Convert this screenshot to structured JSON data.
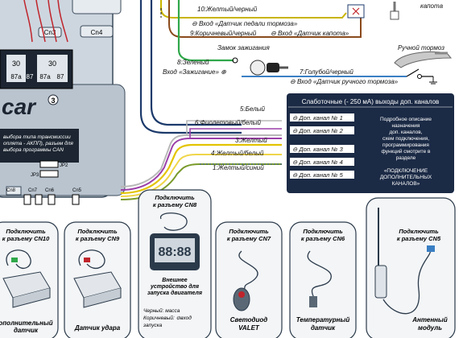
{
  "unit": {
    "connectors": [
      "Cn3",
      "Cn4"
    ],
    "relay_labels": [
      "30",
      "30",
      "87a",
      "87",
      "87a",
      "87"
    ],
    "brand_fragment": "car",
    "brand_sup": "3",
    "jumper_text_lines": [
      "выбора типа трансмиссии",
      "оплята - АКПП), разъем для",
      "выбора программы CAN"
    ],
    "jumpers": [
      "JP2",
      "JP3"
    ],
    "bottom_connectors": [
      "Cn8",
      "Cn7",
      "Cn6",
      "Cn5"
    ]
  },
  "wires": {
    "w10": "10:Желтый/черный",
    "w10_input": "Вход «Датчик педали тормоза»",
    "w9": "9:Коричневый/черный",
    "w9_input": "Вход «Датчик капота»",
    "w8": "8:Зеленый",
    "w8_input": "Вход «Зажигание»",
    "ignition": "Замок зажигания",
    "w7": "7:Голубой/черный",
    "w7_input": "Вход «Датчик ручного тормоза»",
    "handbrake": "Ручной тормоз",
    "hood": "капота",
    "w5": "5:Белый",
    "w6": "6:Фиолетовый/белый",
    "w3": "3:Желтый",
    "w4": "4:Желтый/белый",
    "w1": "1:Желтый/синий"
  },
  "channels_box": {
    "title": "Слаботочные (- 250 мА) выходы доп. каналов",
    "channels": [
      "Доп. канал № 1",
      "Доп. канал № 2",
      "Доп. канал № 3",
      "Доп. канал № 4",
      "Доп. канал № 5"
    ],
    "info_lines": [
      "Подробное описание",
      "назначения",
      "доп. каналов,",
      "схем подключения,",
      "программирования",
      "функций смотрите в",
      "разделе"
    ],
    "ref_lines": [
      "«ПОДКЛЮЧЕНИЕ",
      "ДОПОЛНИТЕЛЬНЫХ",
      "КАНАЛОВ»"
    ]
  },
  "panels": {
    "cn10": {
      "title": [
        "Подключить",
        "к разъему CN10"
      ],
      "caption": [
        "ополнительный",
        "датчик"
      ]
    },
    "cn9": {
      "title": [
        "Подключить",
        "к разъему CN9"
      ],
      "caption": [
        "Датчик удара"
      ]
    },
    "cn8": {
      "title": [
        "Подключить",
        "к разъему CN8"
      ],
      "caption": [
        "Внешнее",
        "устройство для",
        "запуска двигателя"
      ],
      "notes": [
        "Черный: масса",
        "Коричневый: ⊖вход",
        "запуска"
      ]
    },
    "cn7": {
      "title": [
        "Подключить",
        "к разъему CN7"
      ],
      "caption": [
        "Светодиод",
        "VALET"
      ]
    },
    "cn6": {
      "title": [
        "Подключить",
        "к разъему CN6"
      ],
      "caption": [
        "Температурный",
        "датчик"
      ]
    },
    "cn5": {
      "title": [
        "Подключить",
        "к разъему CN5"
      ],
      "caption": [
        "Антенный",
        "модуль"
      ]
    }
  }
}
